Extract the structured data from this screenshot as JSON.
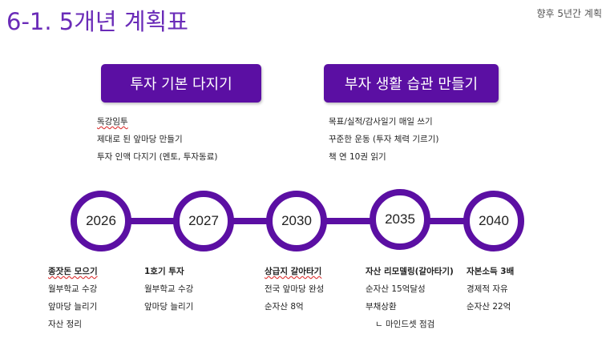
{
  "header": {
    "title": "6-1. 5개년 계획표",
    "subtitle": "향후 5년간 계획"
  },
  "goals": [
    {
      "label": "투자 기본 다지기",
      "items": [
        "독강임투",
        "제대로 된 앞마당 만들기",
        "투자 인맥 다지기 (멘토, 투자동료)"
      ]
    },
    {
      "label": "부자 생활 습관 만들기",
      "items": [
        "목표/실적/감사일기 매일 쓰기",
        "꾸준한 운동 (투자 체력 기르기)",
        "책 연 10권 읽기"
      ]
    }
  ],
  "timeline": [
    {
      "year": "2026",
      "heading": "종잣돈 모으기",
      "items": [
        "월부학교 수강",
        "앞마당 늘리기",
        "자산 정리"
      ]
    },
    {
      "year": "2027",
      "heading": "1호기 투자",
      "items": [
        "월부학교 수강",
        "앞마당 늘리기"
      ]
    },
    {
      "year": "2030",
      "heading": "상급지 갈아타기",
      "items": [
        "전국 앞마당 완성",
        "순자산 8억"
      ]
    },
    {
      "year": "2035",
      "heading": "자산 리모델링(갈아타기)",
      "items": [
        "순자산 15억달성",
        "부채상환",
        "ㄴ 마인드셋 점검"
      ]
    },
    {
      "year": "2040",
      "heading": "자본소득 3배",
      "items": [
        "경제적 자유",
        "순자산 22억"
      ]
    }
  ],
  "colors": {
    "accent": "#5b0fa3",
    "title": "#6a2bb8"
  }
}
